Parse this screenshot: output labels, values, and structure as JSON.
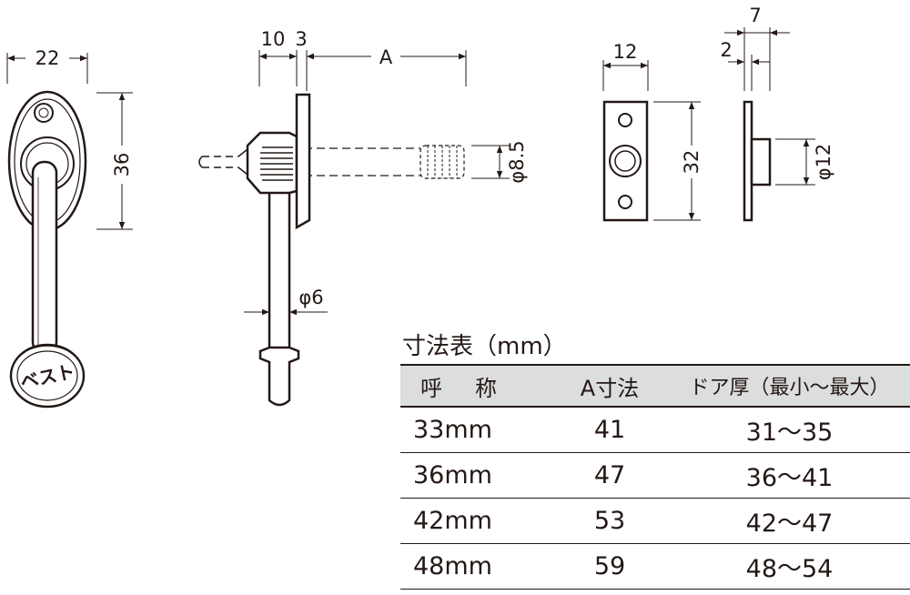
{
  "drawing": {
    "dimensions": {
      "front_width": "22",
      "front_height": "36",
      "side_head": "10",
      "side_plate": "3",
      "side_length": "A",
      "thread_dia": "φ8.5",
      "rod_dia": "φ6",
      "strike_width": "12",
      "strike_height": "32",
      "strike_depth": "7",
      "strike_plate": "2",
      "strike_hole": "φ12"
    },
    "logo_text": "ベスト"
  },
  "table": {
    "title": "寸法表（mm）",
    "headers": [
      "呼　称",
      "A寸法",
      "ドア厚（最小～最大）"
    ],
    "rows": [
      [
        "33mm",
        "41",
        "31～35"
      ],
      [
        "36mm",
        "47",
        "36～41"
      ],
      [
        "42mm",
        "53",
        "42～47"
      ],
      [
        "48mm",
        "59",
        "48～54"
      ]
    ]
  }
}
